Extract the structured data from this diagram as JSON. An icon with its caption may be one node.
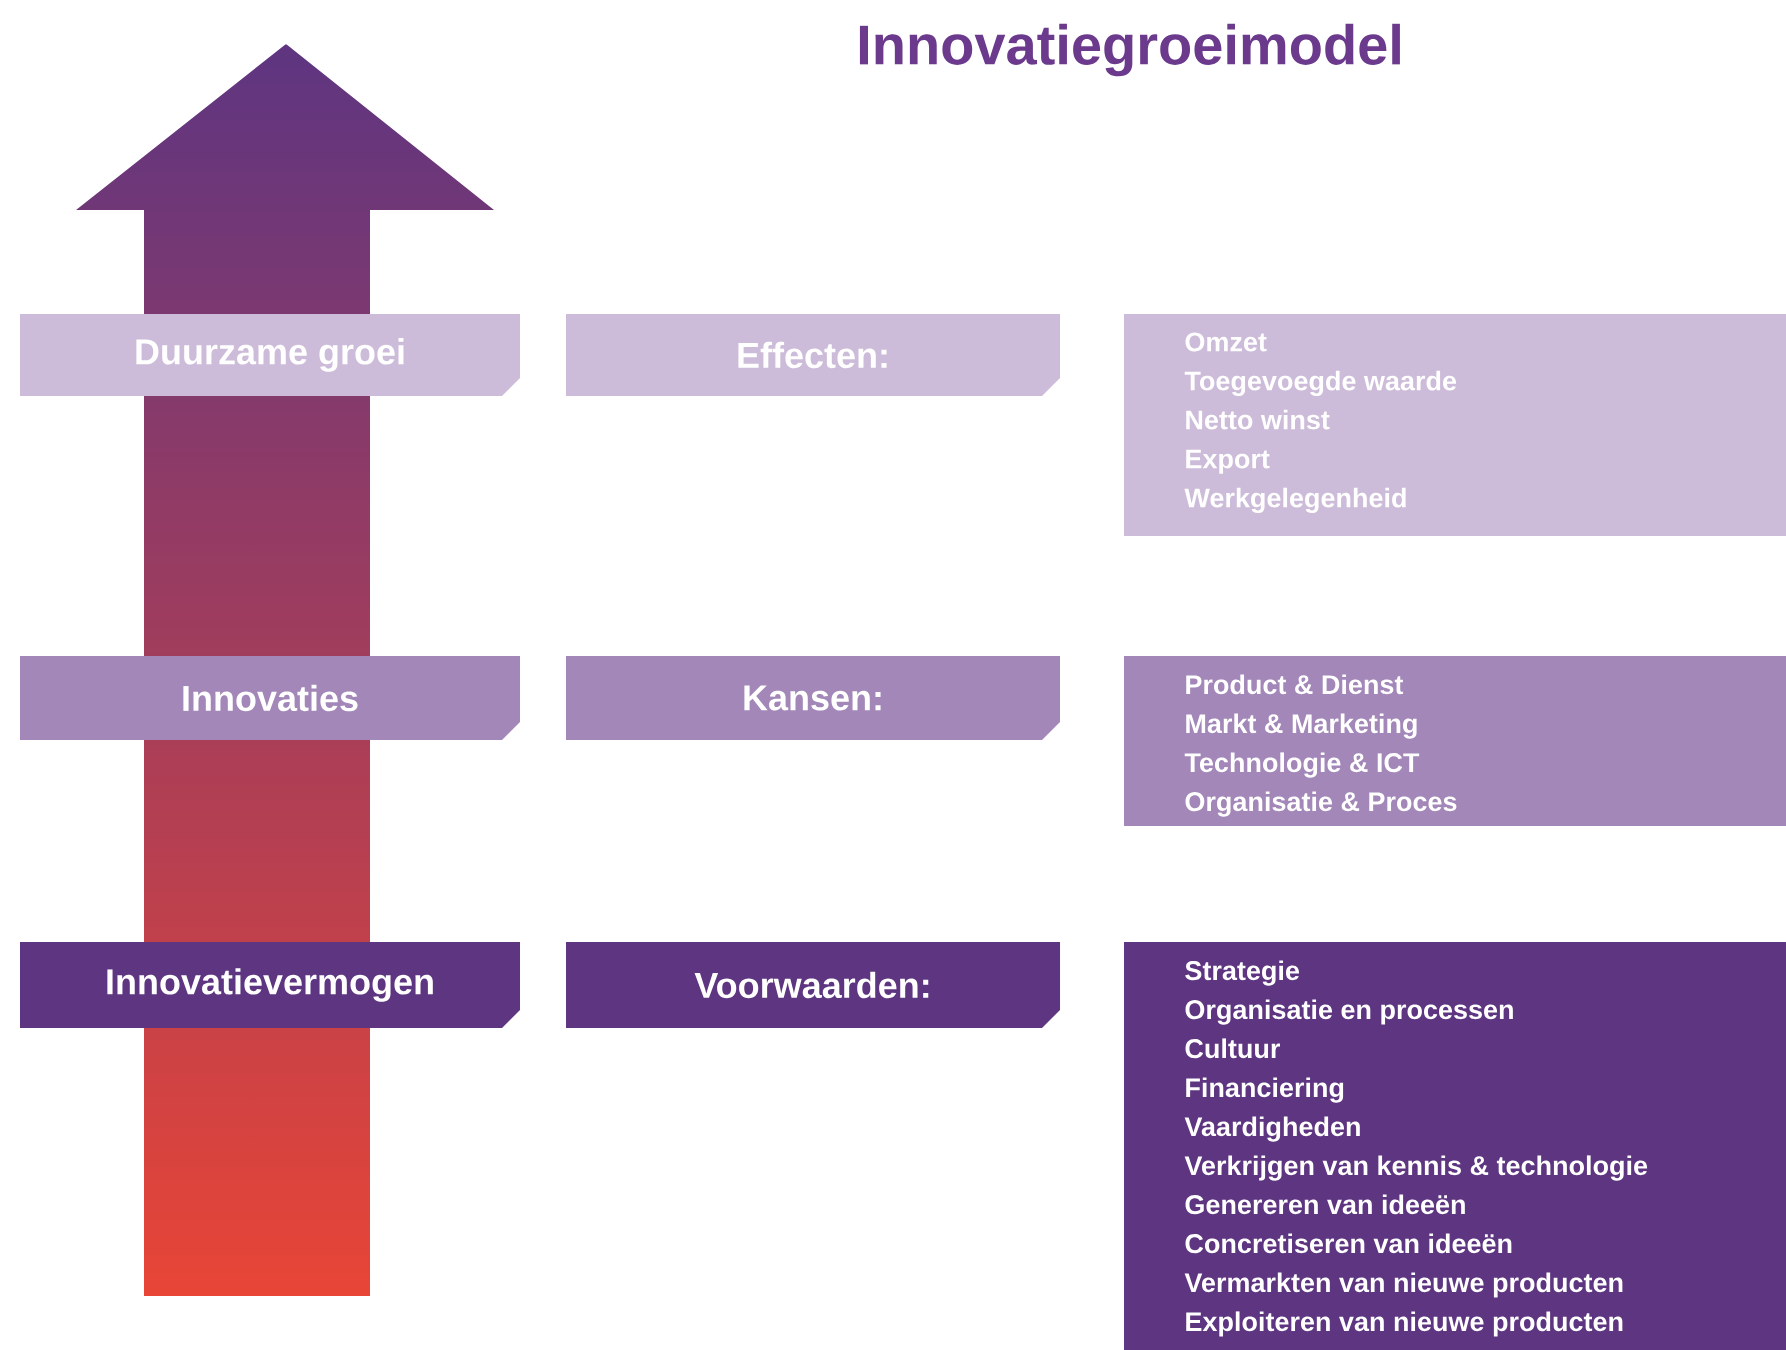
{
  "diagram": {
    "title": "Innovatiegroeimodel",
    "nodes": [
      {
        "text": [
          "Duurzame groei"
        ]
      },
      {
        "text": [
          "Effecten:"
        ]
      },
      {
        "text": [
          "Omzet",
          "Toegevoegde waarde",
          "Netto winst",
          "Export",
          "Werkgelegenheid"
        ]
      },
      {
        "text": [
          "Innovaties"
        ]
      },
      {
        "text": [
          "Kansen:"
        ]
      },
      {
        "text": [
          "Product & Dienst",
          "Markt & Marketing",
          "Technologie & ICT",
          "Organisatie & Proces"
        ]
      },
      {
        "text": [
          "Innovatievermogen"
        ]
      },
      {
        "text": [
          "Voorwaarden:"
        ]
      },
      {
        "text": [
          "Strategie",
          "Organisatie en processen",
          "Cultuur",
          "Financiering",
          "Vaardigheden",
          "Verkrijgen van kennis & technologie",
          "Genereren van ideeën",
          "Concretiseren van ideeën",
          "Vermarkten van nieuwe producten",
          "Exploiteren van nieuwe producten"
        ]
      }
    ]
  }
}
